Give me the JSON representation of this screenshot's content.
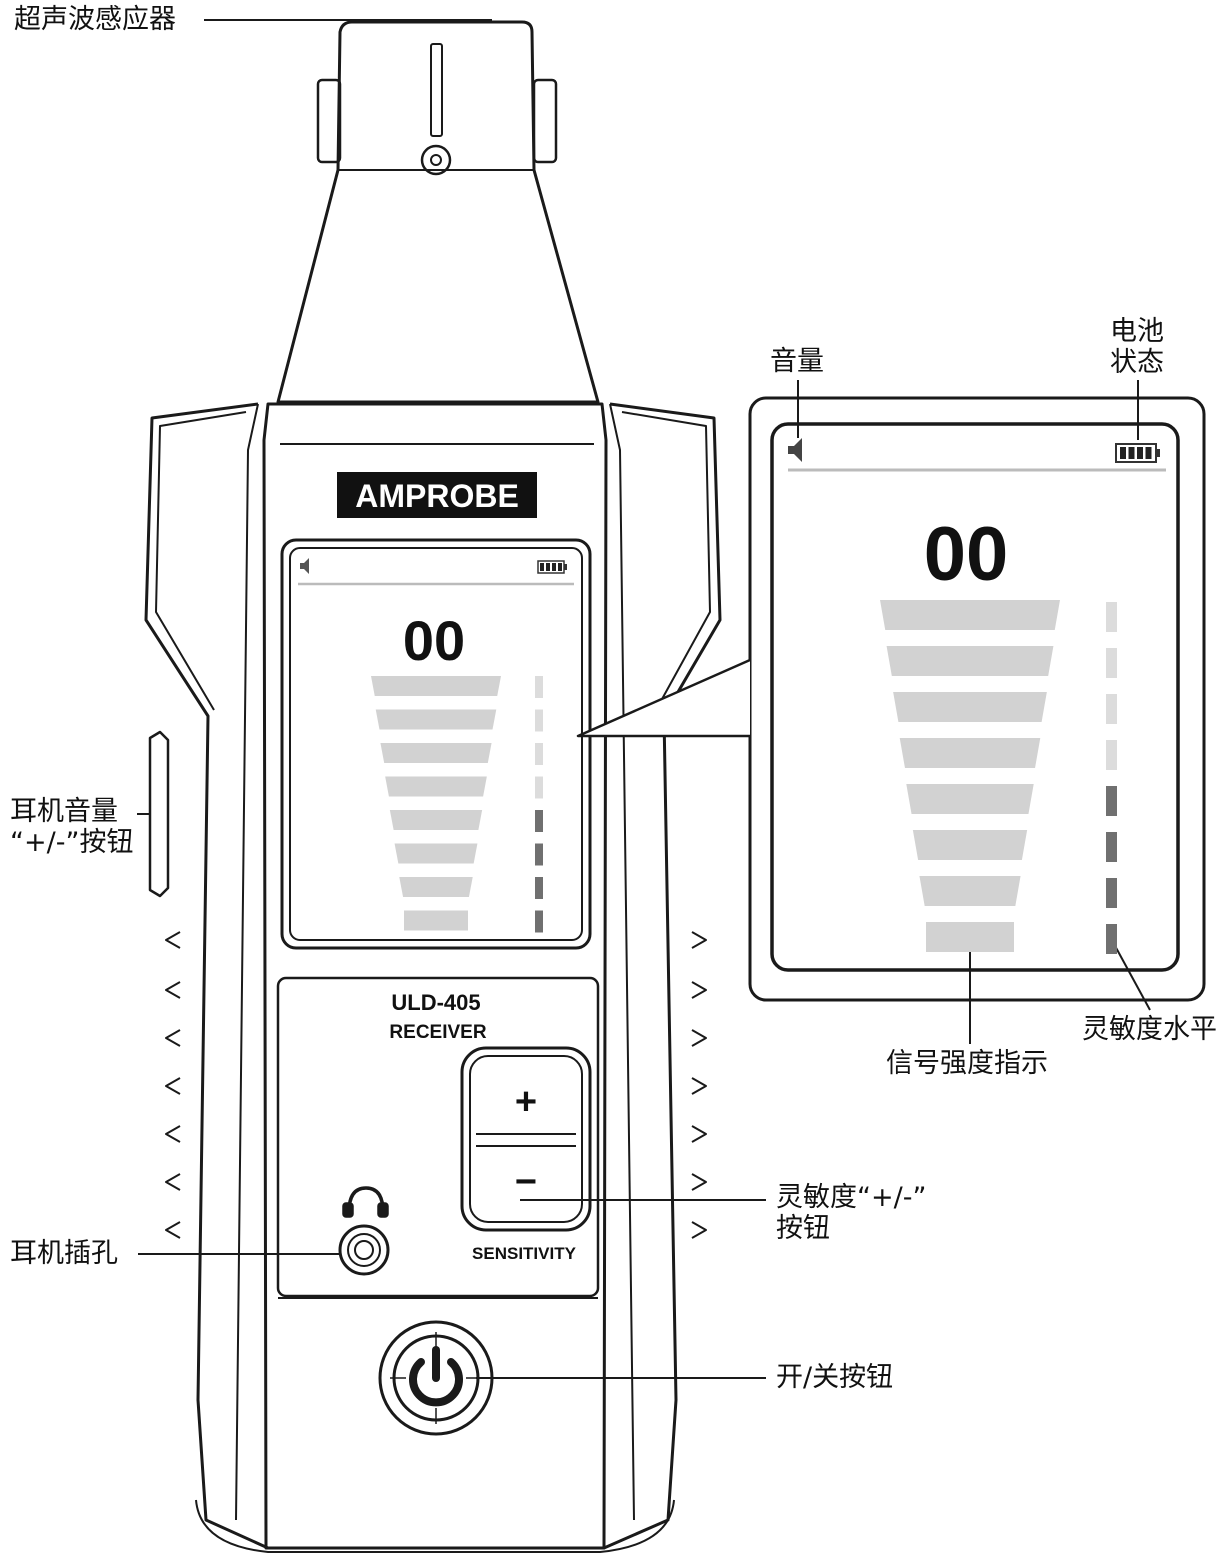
{
  "device": {
    "brand": "AMPROBE",
    "model": "ULD-405",
    "model_sub": "RECEIVER",
    "sensitivity_label": "SENSITIVITY",
    "plus_symbol": "+",
    "minus_symbol": "−",
    "reading": "00"
  },
  "display": {
    "reading": "00",
    "signal_bars": 8,
    "sensitivity_segments_light": 4,
    "sensitivity_segments_dark": 4,
    "battery_segments": 4
  },
  "callouts": {
    "ultrasonic_sensor": "超声波感应器",
    "volume": "音量",
    "battery_status": "电池\n状态",
    "headphone_volume_buttons": "耳机音量\n“+/-”按钮",
    "signal_strength_indicator": "信号强度指示",
    "sensitivity_level": "灵敏度水平",
    "sensitivity_buttons": "灵敏度“+/-”\n按钮",
    "headphone_jack": "耳机插孔",
    "power_button": "开/关按钮"
  },
  "colors": {
    "outline": "#1a1a1a",
    "bar_light": "#d2d2d2",
    "seg_light": "#dcdcdc",
    "seg_dark": "#707070"
  }
}
